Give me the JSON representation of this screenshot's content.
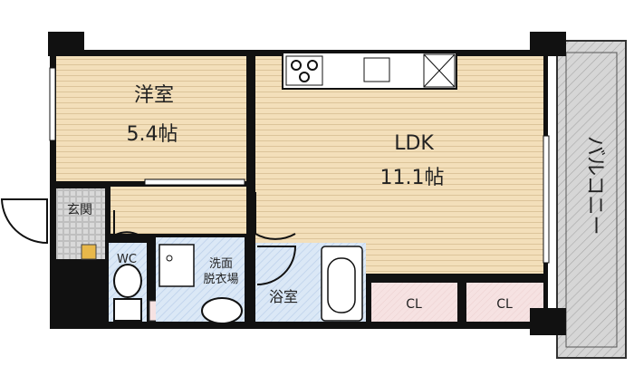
{
  "rooms": {
    "western": {
      "name": "洋室",
      "size": "5.4帖"
    },
    "ldk": {
      "name": "LDK",
      "size": "11.1帖"
    },
    "balcony": {
      "name": "バルコニー"
    },
    "entrance": {
      "name": "玄関"
    },
    "wc": {
      "name": "WC"
    },
    "washroom": {
      "line1": "洗面",
      "line2": "脱衣場"
    },
    "bath": {
      "name": "浴室"
    },
    "closet1": {
      "name": "CL"
    },
    "closet2": {
      "name": "CL"
    }
  },
  "colors": {
    "wood": "#f3dfba",
    "wood_line": "#d9bf92",
    "wet": "#dbe8f6",
    "closet": "#f6e2e2",
    "wall": "#111111",
    "balcony": "#d0d0d0"
  }
}
